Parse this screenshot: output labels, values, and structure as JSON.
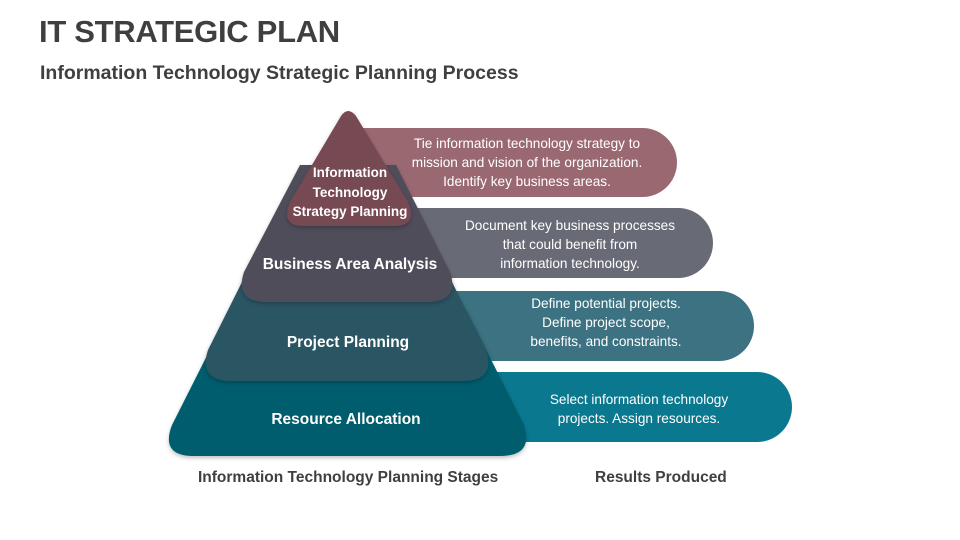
{
  "header": {
    "title": "IT STRATEGIC PLAN",
    "subtitle": "Information Technology Strategic Planning Process"
  },
  "pyramid": {
    "tiers": [
      {
        "label_lines": [
          "Information",
          "Technology",
          "Strategy Planning"
        ],
        "color": "#774a53"
      },
      {
        "label": "Business Area Analysis",
        "color": "#4f4e5a"
      },
      {
        "label": "Project Planning",
        "color": "#2b5563"
      },
      {
        "label": "Resource Allocation",
        "color": "#065d6d"
      }
    ]
  },
  "results": [
    {
      "lines": [
        "Tie information technology strategy to",
        "mission and vision of the organization.",
        "Identify key business areas."
      ],
      "color": "#9a6870"
    },
    {
      "lines": [
        "Document key business processes",
        "that could benefit from",
        "information technology."
      ],
      "color": "#686a76"
    },
    {
      "lines": [
        "Define potential projects.",
        "Define project scope,",
        "benefits, and constraints."
      ],
      "color": "#3c7282"
    },
    {
      "lines": [
        "Select information technology",
        "projects. Assign resources."
      ],
      "color": "#0a788f"
    }
  ],
  "captions": {
    "stages": "Information Technology Planning Stages",
    "results": "Results Produced"
  }
}
